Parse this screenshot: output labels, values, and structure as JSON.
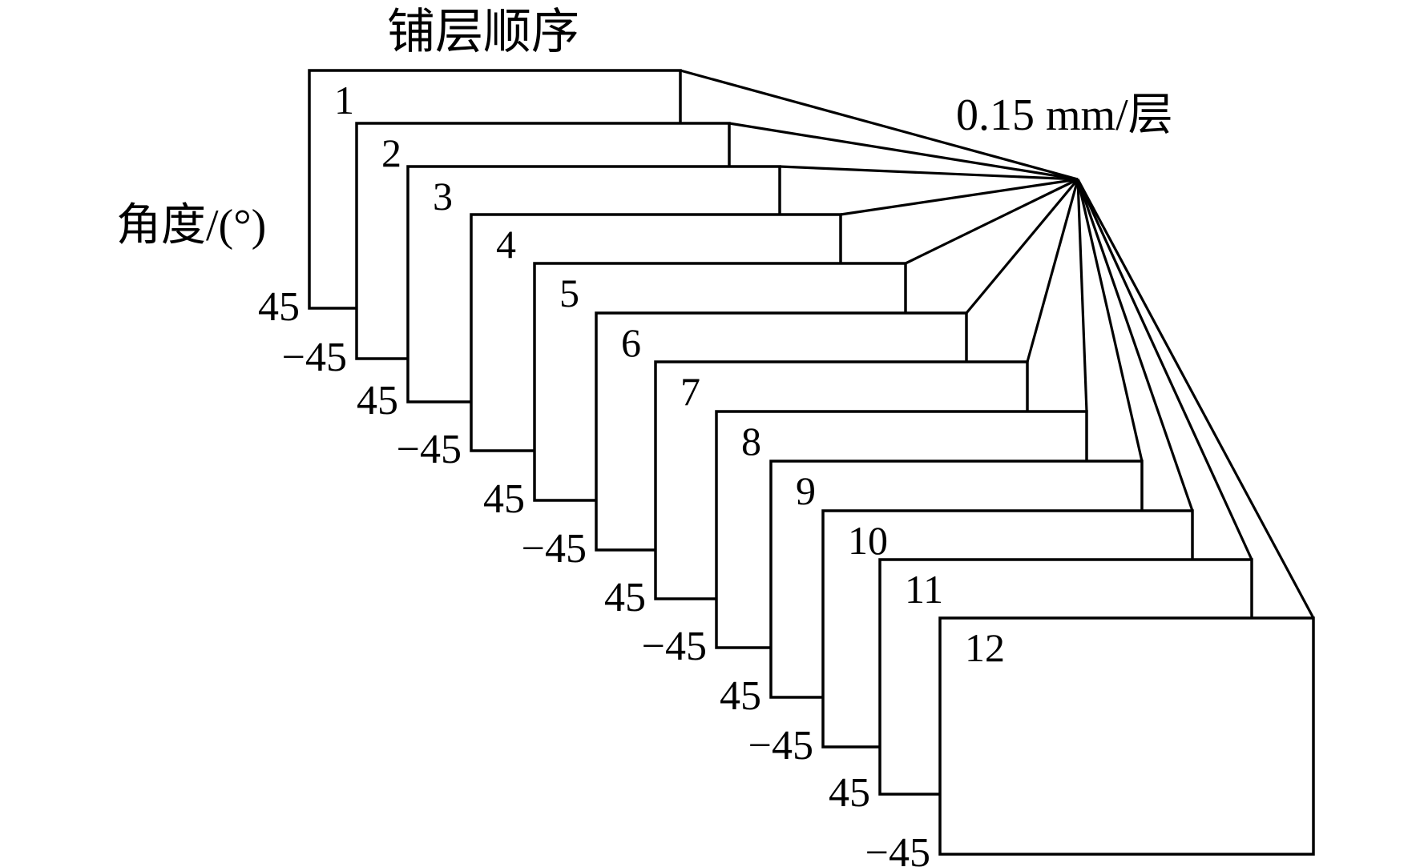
{
  "title": "铺层顺序",
  "angle_label": "角度/(°)",
  "thickness_label": "0.15 mm/层",
  "plies": [
    {
      "number": "1",
      "angle": "45",
      "angle_value": 45
    },
    {
      "number": "2",
      "angle": "−45",
      "angle_value": -45
    },
    {
      "number": "3",
      "angle": "45",
      "angle_value": 45
    },
    {
      "number": "4",
      "angle": "−45",
      "angle_value": -45
    },
    {
      "number": "5",
      "angle": "45",
      "angle_value": 45
    },
    {
      "number": "6",
      "angle": "−45",
      "angle_value": -45
    },
    {
      "number": "7",
      "angle": "45",
      "angle_value": 45
    },
    {
      "number": "8",
      "angle": "−45",
      "angle_value": -45
    },
    {
      "number": "9",
      "angle": "45",
      "angle_value": 45
    },
    {
      "number": "10",
      "angle": "−45",
      "angle_value": -45
    },
    {
      "number": "11",
      "angle": "45",
      "angle_value": 45
    },
    {
      "number": "12",
      "angle": "−45",
      "angle_value": -45
    }
  ],
  "colors": {
    "hatch": "#8cc84b",
    "outline": "#000000",
    "background": "#ffffff"
  }
}
